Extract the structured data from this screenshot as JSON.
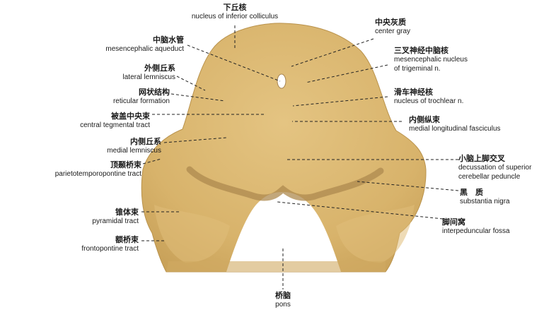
{
  "colors": {
    "background": "#ffffff",
    "tissue": "#d9b46a",
    "tissue_light": "#e3c37e",
    "tissue_dark": "#c79e55",
    "substantia_nigra": "#a9844a",
    "leader_line": "#222222"
  },
  "labels": {
    "inferior_colliculus": {
      "cn": "下丘核",
      "en": "nucleus of inferior colliculus"
    },
    "center_gray": {
      "cn": "中央灰质",
      "en": "center gray"
    },
    "aqueduct": {
      "cn": "中脑水管",
      "en": "mesencephalic aqueduct"
    },
    "trigeminal": {
      "cn": "三叉神经中脑核",
      "en1": "mesencephalic nucleus",
      "en2": "of trigeminal n."
    },
    "lateral_lemniscus": {
      "cn": "外侧丘系",
      "en": "lateral lemniscus"
    },
    "reticular": {
      "cn": "网状结构",
      "en": "reticular formation"
    },
    "trochlear": {
      "cn": "滑车神经核",
      "en": "nucleus of trochlear n."
    },
    "central_tegmental": {
      "cn": "被盖中央束",
      "en": "central tegmental tract"
    },
    "mlf": {
      "cn": "内侧纵束",
      "en": "medial longitudinal fasciculus"
    },
    "medial_lemniscus": {
      "cn": "内侧丘系",
      "en": "medial lemniscus"
    },
    "decussation": {
      "cn": "小脑上脚交叉",
      "en1": "decussation of superior",
      "en2": "cerebellar peduncle"
    },
    "parietotemporopontine": {
      "cn": "顶颞桥束",
      "en": "parietotemporopontine tract"
    },
    "substantia_nigra": {
      "cn": "黑　质",
      "en": "substantia nigra"
    },
    "interpeduncular": {
      "cn": "脚间窝",
      "en": "interpeduncular fossa"
    },
    "pyramidal": {
      "cn": "锥体束",
      "en": "pyramidal tract"
    },
    "frontopontine": {
      "cn": "额桥束",
      "en": "frontopontine tract"
    },
    "pons": {
      "cn": "桥脑",
      "en": "pons"
    }
  }
}
